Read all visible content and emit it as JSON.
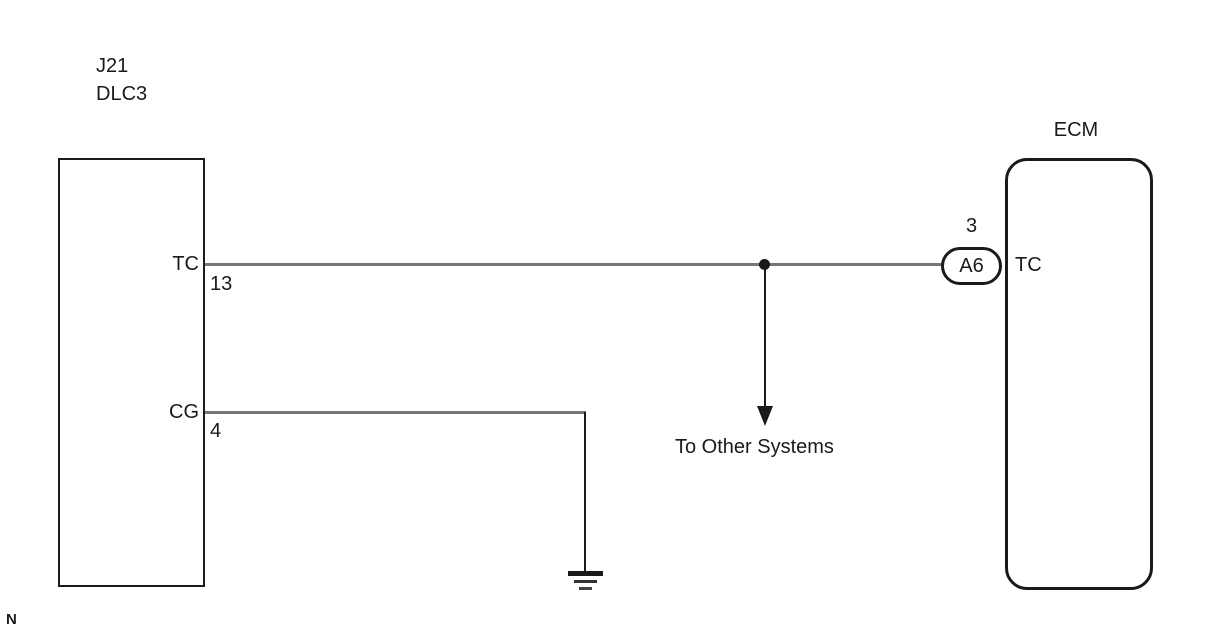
{
  "diagram": {
    "type": "wiring-diagram",
    "note_marker": "N",
    "dlc3_connector": {
      "id": "J21",
      "name": "DLC3",
      "pins": [
        {
          "label": "TC",
          "number": "13"
        },
        {
          "label": "CG",
          "number": "4"
        }
      ]
    },
    "ecm": {
      "title": "ECM",
      "terminal": {
        "id": "A6",
        "connector_number": "3",
        "pin_label": "TC"
      }
    },
    "branch": {
      "label": "To Other Systems"
    },
    "ground": {
      "symbol": "chassis-ground"
    },
    "colors": {
      "line": "#1a1a1a",
      "wire": "#777777",
      "background": "#ffffff"
    }
  }
}
